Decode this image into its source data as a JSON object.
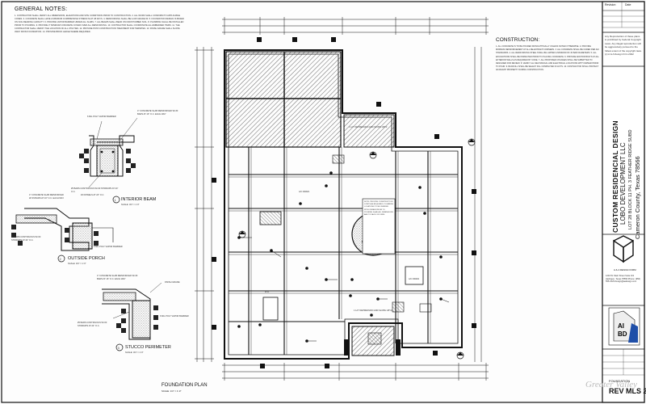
{
  "notes": {
    "title": "GENERAL NOTES:",
    "body": "1. CONTRACTOR SHALL VERIFY ALL DIMENSIONS, ELEVATIONS AND SITE CONDITIONS PRIOR TO CONSTRUCTION. 2. ALL WORK SHALL CONFORM TO APPLICABLE CODES. 3. CONCRETE SHALL HAVE A MINIMUM COMPRESSIVE STRENGTH AT 28 DAYS. 4. REINFORCING SHALL BE A-615 GRADE 60. 5. FOUNDATION DESIGN IS BASED ON SOIL BEARING CAPACITY. 6. PROVIDE VAPOR BARRIER UNDER ALL SLABS. 7. ALL BEAMS SHALL BEAR ON UNDISTURBED SOIL. 8. PLUMBING SHALL BE INSTALLED PRIOR TO POURING. 9. PROVIDE 3\" MINIMUM CONCRETE COVER OVER ALL REINFORCING. 10. CONTRACTOR SHALL COORDINATE ALL EMBEDDED ITEMS. 11. THE CONTRACTOR SHALL VERIFY THE LOCATION OF ALL UTILITIES. 12. PROVIDE POST-CONSTRUCTION TREATMENT FOR TERMITES. 13. FINISH GRADE SHALL SLOPE AWAY FROM FOUNDATION. 14. PROVIDE BRICK LEDGE WHERE REQUIRED."
  },
  "construction": {
    "title": "CONSTRUCTION:",
    "body": "1. ALL CONCRETE IS TO BE POURED MONOLITHICALLY UNLESS NOTED OTHERWISE. 2. PROVIDE MINIMUM REINFORCEMENT AT ALL RE-ENTRANT CORNERS. 3. ALL CONCRETE SHALL BE CURED PER ACI STANDARDS. 4. ALL REINFORCING STEEL SHALL BE LAPPED A MINIMUM OF 30 BAR DIAMETERS. 5. ALL EXCAVATIONS SHALL BE INSPECTED PRIOR TO PLACING CONCRETE. 6. PROVIDE ANCHOR BOLTS AT ALL EXTERIOR WALLS AS REQUIRED BY CODE. 7. ALL PROPOSED CHANGES SHALL BE SUBMITTED TO DESIGNER FOR REVIEW. 8. VERIFY ALL MECHANICAL AND ELECTRICAL LOCATIONS WITH OWNER PRIOR TO POUR. 9. BACKFILL SHALL BE SELECT FILL COMPACTED IN LIFTS. 10. CONTRACTOR SHALL PROTECT ADJACENT PROPERTY DURING CONSTRUCTION."
  },
  "details": [
    {
      "id": "1",
      "title": "INTERIOR BEAM",
      "scale": "SCALE: 3/4\" = 1'-0\""
    },
    {
      "id": "2",
      "title": "OUTSIDE PORCH",
      "scale": "SCALE: 3/4\" = 1'-0\""
    },
    {
      "id": "3",
      "title": "STUCCO PERIMETER",
      "scale": "SCALE: 3/4\" = 1'-0\""
    }
  ],
  "callouts": {
    "poly": "6 MIL POLY VAPOR BARRIER",
    "slab": "4\" CONCRETE SLAB REINFORCED W/ #3 BARS AT 16\" O.C. EACH WAY",
    "bars": "#5 BARS CONTINUOUS W/ #3 STIRRUPS AT 24\" O.C.",
    "dowel": "#4 DOWELS AT 24\" O.C.",
    "grade": "FINISH GRADE",
    "ac_drain": "A/C DRAIN",
    "drop": "1 1/2\" DEPRESSION AND SLOPE 1/8\"/1'",
    "wh": "W.H."
  },
  "plan": {
    "title": "FOUNDATION PLAN",
    "scale": "SCALE: 1/4\" = 1'-0\""
  },
  "plan_note": "NOTE: PROVIDE CONSTRUCTION JOINTS AS REQUIRED. PLUMBING LOCATIONS TO BE VERIFIED WITH OWNER PRIOR TO POURING SLAB. ALL DIMENSIONS ARE TO FACE OF FORM.",
  "title_block": {
    "revision_label": "Revision",
    "date_label": "Date",
    "copyright": "Any Reproduction of these plans is prohibited by Federal Copyright Laws. Any illegal reproduction will be aggressively pursued to the fullest extent of the copyright laws. (c) A & A Design Firm 2022",
    "firm": "CUSTOM RESIDENCIAL DESIGN",
    "client": "LOBO DEVELOPMENT LLC",
    "lot": "LOT 28 BLOCK 11 PH. 3 FEATHER RIDGE SUBD",
    "county": "Cameron County, Texas 78566",
    "studio_name": "A & A DESIGN FIRM",
    "studio_addr": "1234 W. Main Street Suite 101 Harlingen, Texas 78550 Phone: (956) 555-0123 design@aadesign.com",
    "sheet_label": "FOUNDATION",
    "sheet_number": "REV MLS 2"
  },
  "watermark": "Greater Valley",
  "colors": {
    "line": "#111111",
    "hatch": "#555555",
    "paper": "#fdfdfd"
  }
}
